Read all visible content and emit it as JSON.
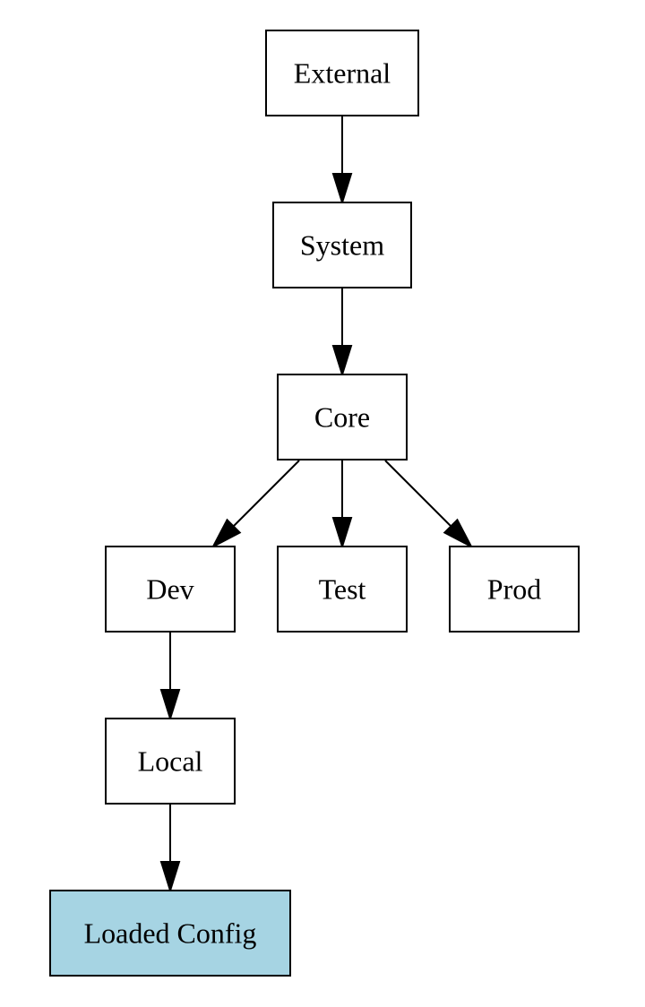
{
  "diagram": {
    "type": "flowchart",
    "highlight_color": "#a6d4e3",
    "nodes": [
      {
        "id": "external",
        "label": "External"
      },
      {
        "id": "system",
        "label": "System"
      },
      {
        "id": "core",
        "label": "Core"
      },
      {
        "id": "dev",
        "label": "Dev"
      },
      {
        "id": "test",
        "label": "Test"
      },
      {
        "id": "prod",
        "label": "Prod"
      },
      {
        "id": "local",
        "label": "Local"
      },
      {
        "id": "loaded",
        "label": "Loaded Config",
        "highlighted": true
      }
    ],
    "edges": [
      {
        "from": "external",
        "to": "system"
      },
      {
        "from": "system",
        "to": "core"
      },
      {
        "from": "core",
        "to": "dev"
      },
      {
        "from": "core",
        "to": "test"
      },
      {
        "from": "core",
        "to": "prod"
      },
      {
        "from": "dev",
        "to": "local"
      },
      {
        "from": "local",
        "to": "loaded"
      }
    ]
  }
}
